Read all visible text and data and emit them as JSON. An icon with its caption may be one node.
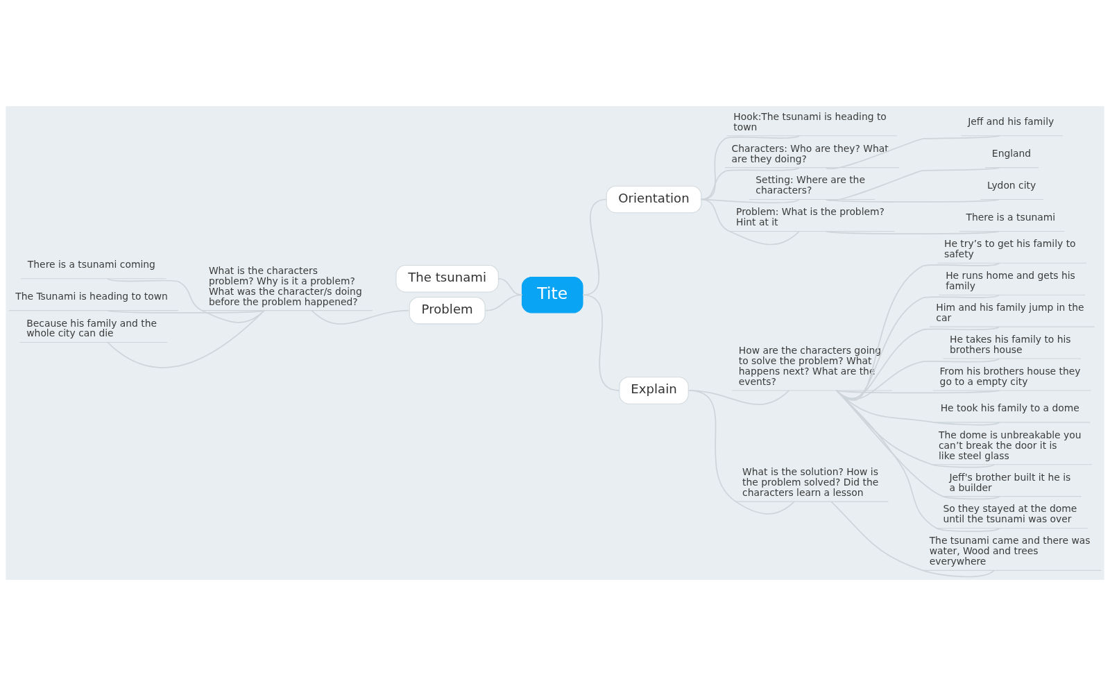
{
  "diagram": {
    "nodes": [
      {
        "text": [
          "Tite"
        ]
      },
      {
        "text": [
          "Orientation"
        ]
      },
      {
        "text": [
          "Hook:The tsunami is heading to town"
        ]
      },
      {
        "text": [
          "Characters: Who are they? What are they doing?"
        ]
      },
      {
        "text": [
          "Jeff and his family"
        ]
      },
      {
        "text": [
          "Setting: Where are the characters?"
        ]
      },
      {
        "text": [
          "England"
        ]
      },
      {
        "text": [
          "Lydon city"
        ]
      },
      {
        "text": [
          "Problem: What is the problem? Hint at it"
        ]
      },
      {
        "text": [
          "There is a tsunami"
        ]
      },
      {
        "text": [
          "The tsunami"
        ]
      },
      {
        "text": [
          "There is a tsunami coming"
        ]
      },
      {
        "text": [
          "The Tsunami is heading to town"
        ]
      },
      {
        "text": [
          "Because his family and the whole city can die"
        ]
      },
      {
        "text": [
          "What is the characters problem? Why is it a problem? What was the character/s doing before the problem happened?"
        ]
      },
      {
        "text": [
          "Problem"
        ]
      },
      {
        "text": [
          "Explain"
        ]
      },
      {
        "text": [
          "How are the characters going to solve the problem? What happens next? What are the events?"
        ]
      },
      {
        "text": [
          "He try’s to get his family to safety"
        ]
      },
      {
        "text": [
          "He runs home and gets his family"
        ]
      },
      {
        "text": [
          "Him and his family jump in the car"
        ]
      },
      {
        "text": [
          "He takes his family to his brothers house"
        ]
      },
      {
        "text": [
          "From his brothers house they go to a empty city"
        ]
      },
      {
        "text": [
          "He took his family to a dome"
        ]
      },
      {
        "text": [
          "The dome is unbreakable you can’t break the door it is like steel glass"
        ]
      },
      {
        "text": [
          "Jeff's brother built it he is a builder"
        ]
      },
      {
        "text": [
          "So they stayed at the dome until the tsunami was over"
        ]
      },
      {
        "text": [
          "What is the solution? How is the problem solved? Did the characters learn a lesson"
        ]
      },
      {
        "text": [
          "The tsunami came and there was water, Wood and trees everywhere"
        ]
      }
    ],
    "edges": [
      {
        "from": 0,
        "to": 1,
        "arrow": "none"
      },
      {
        "from": 1,
        "to": 2,
        "arrow": "none"
      },
      {
        "from": 1,
        "to": 3,
        "arrow": "none"
      },
      {
        "from": 3,
        "to": 4,
        "arrow": "none"
      },
      {
        "from": 1,
        "to": 5,
        "arrow": "none"
      },
      {
        "from": 5,
        "to": 6,
        "arrow": "none"
      },
      {
        "from": 5,
        "to": 7,
        "arrow": "none"
      },
      {
        "from": 1,
        "to": 8,
        "arrow": "none"
      },
      {
        "from": 8,
        "to": 9,
        "arrow": "none"
      },
      {
        "from": 10,
        "to": 0,
        "arrow": "none"
      },
      {
        "from": 11,
        "to": 14,
        "arrow": "none"
      },
      {
        "from": 12,
        "to": 14,
        "arrow": "none"
      },
      {
        "from": 13,
        "to": 14,
        "arrow": "none"
      },
      {
        "from": 14,
        "to": 15,
        "arrow": "none"
      },
      {
        "from": 15,
        "to": 0,
        "arrow": "none"
      },
      {
        "from": 0,
        "to": 16,
        "arrow": "none"
      },
      {
        "from": 16,
        "to": 17,
        "arrow": "none"
      },
      {
        "from": 17,
        "to": 18,
        "arrow": "none"
      },
      {
        "from": 17,
        "to": 19,
        "arrow": "none"
      },
      {
        "from": 17,
        "to": 20,
        "arrow": "none"
      },
      {
        "from": 17,
        "to": 21,
        "arrow": "none"
      },
      {
        "from": 17,
        "to": 22,
        "arrow": "none"
      },
      {
        "from": 17,
        "to": 23,
        "arrow": "none"
      },
      {
        "from": 17,
        "to": 24,
        "arrow": "none"
      },
      {
        "from": 17,
        "to": 25,
        "arrow": "none"
      },
      {
        "from": 17,
        "to": 26,
        "arrow": "none"
      },
      {
        "from": 16,
        "to": 27,
        "arrow": "none"
      },
      {
        "from": 27,
        "to": 28,
        "arrow": "none"
      }
    ]
  }
}
